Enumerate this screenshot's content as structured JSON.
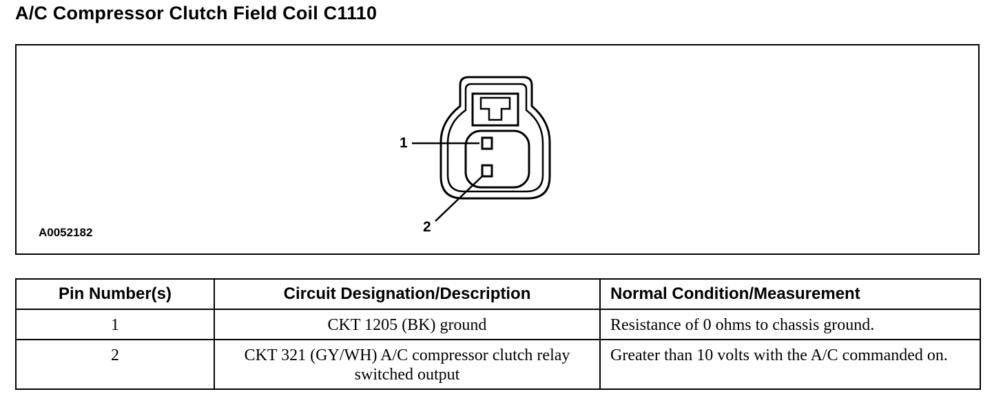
{
  "title": "A/C Compressor Clutch Field Coil C1110",
  "diagram": {
    "figure_id": "A0052182",
    "pin_labels": [
      "1",
      "2"
    ]
  },
  "table": {
    "headers": {
      "pin": "Pin Number(s)",
      "circuit": "Circuit Designation/Description",
      "normal": "Normal Condition/Measurement"
    },
    "rows": [
      {
        "pin": "1",
        "circuit": "CKT 1205 (BK) ground",
        "normal": "Resistance of 0 ohms to chassis ground."
      },
      {
        "pin": "2",
        "circuit": "CKT 321 (GY/WH) A/C compressor clutch relay switched output",
        "normal": "Greater than 10 volts with the A/C commanded on."
      }
    ]
  }
}
